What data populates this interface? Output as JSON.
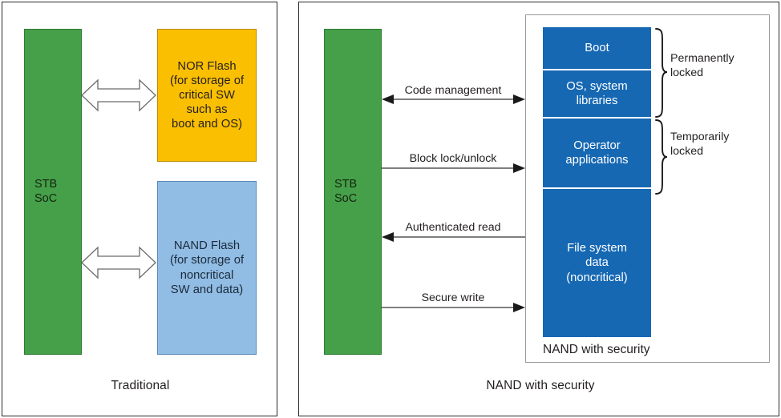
{
  "figure": {
    "panels": [
      {
        "id": "traditional",
        "caption": "Traditional",
        "soc_label": "STB\nSoC",
        "blocks": [
          {
            "name": "nor-flash",
            "label": "NOR Flash\n(for storage of\ncritical SW\nsuch as\nboot and OS)",
            "color": "#fbbf02"
          },
          {
            "name": "nand-flash",
            "label": "NAND Flash\n(for storage of\nnoncritical\nSW and data)",
            "color": "#91bce4"
          }
        ],
        "connections": [
          {
            "name": "soc-to-nor",
            "label": "",
            "direction": "both",
            "style": "hollow-block"
          },
          {
            "name": "soc-to-nand",
            "label": "",
            "direction": "both",
            "style": "hollow-block"
          }
        ]
      },
      {
        "id": "nand-with-security",
        "caption": "NAND with security",
        "soc_label": "STB\nSoC",
        "container_label": "NAND with security",
        "partitions": [
          {
            "name": "boot-partition",
            "label": "Boot",
            "color": "#1668b3"
          },
          {
            "name": "os-libraries-partition",
            "label": "OS, system\nlibraries",
            "color": "#1668b3"
          },
          {
            "name": "operator-applications-partition",
            "label": "Operator\napplications",
            "color": "#1668b3"
          },
          {
            "name": "file-system-data-partition",
            "label": "File system\ndata\n(noncritical)",
            "color": "#1668b3"
          }
        ],
        "braces": [
          {
            "name": "permanently-locked-brace",
            "label": "Permanently\nlocked"
          },
          {
            "name": "temporarily-locked-brace",
            "label": "Temporarily\nlocked"
          }
        ],
        "connections": [
          {
            "name": "code-management-arrow",
            "label": "Code management",
            "direction": "both"
          },
          {
            "name": "block-lock-unlock-arrow",
            "label": "Block lock/unlock",
            "direction": "right"
          },
          {
            "name": "authenticated-read-arrow",
            "label": "Authenticated read",
            "direction": "left"
          },
          {
            "name": "secure-write-arrow",
            "label": "Secure write",
            "direction": "right"
          }
        ]
      }
    ]
  },
  "colors": {
    "green": "#45a049",
    "yellow": "#fbbf02",
    "light_blue": "#91bce4",
    "dark_blue": "#1668b3",
    "text": "#231f20",
    "panel_border": "#2a2a2a",
    "arrow": "#595959"
  }
}
